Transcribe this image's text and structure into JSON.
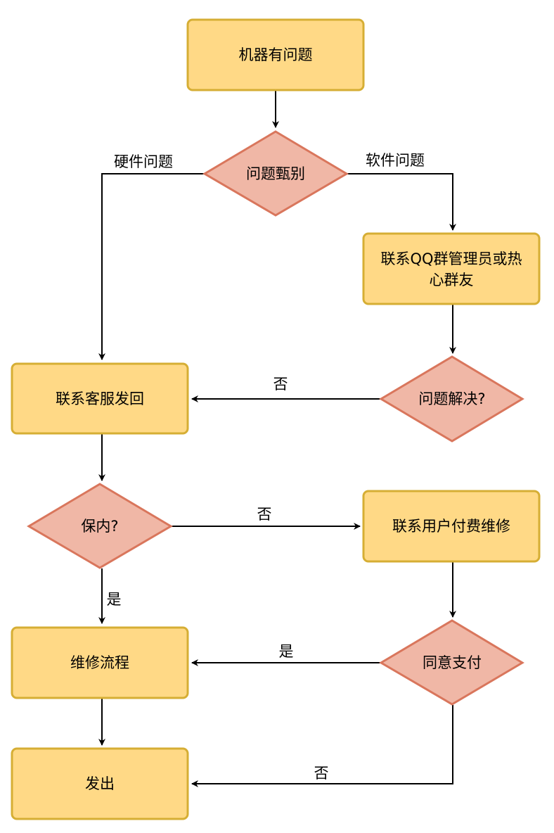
{
  "nodes": {
    "start": {
      "label": "机器有问题"
    },
    "identify": {
      "label": "问题甄别"
    },
    "contact_qq": {
      "label_line1": "联系QQ群管理员或热",
      "label_line2": "心群友"
    },
    "solved": {
      "label": "问题解决?"
    },
    "contact_service": {
      "label": "联系客服发回"
    },
    "warranty": {
      "label": "保内?"
    },
    "contact_user": {
      "label": "联系用户付费维修"
    },
    "agree_pay": {
      "label": "同意支付"
    },
    "repair_flow": {
      "label": "维修流程"
    },
    "ship": {
      "label": "发出"
    }
  },
  "edges": {
    "hardware": {
      "label": "硬件问题"
    },
    "software": {
      "label": "软件问题"
    },
    "not_solved": {
      "label": "否"
    },
    "out_of_warranty": {
      "label": "否"
    },
    "in_warranty": {
      "label": "是"
    },
    "agreed": {
      "label": "是"
    },
    "declined": {
      "label": "否"
    }
  },
  "colors": {
    "process_fill": "#ffd986",
    "process_stroke": "#d6ae34",
    "decision_fill": "#f0b7a6",
    "decision_stroke": "#d9765c",
    "edge": "#000000"
  }
}
